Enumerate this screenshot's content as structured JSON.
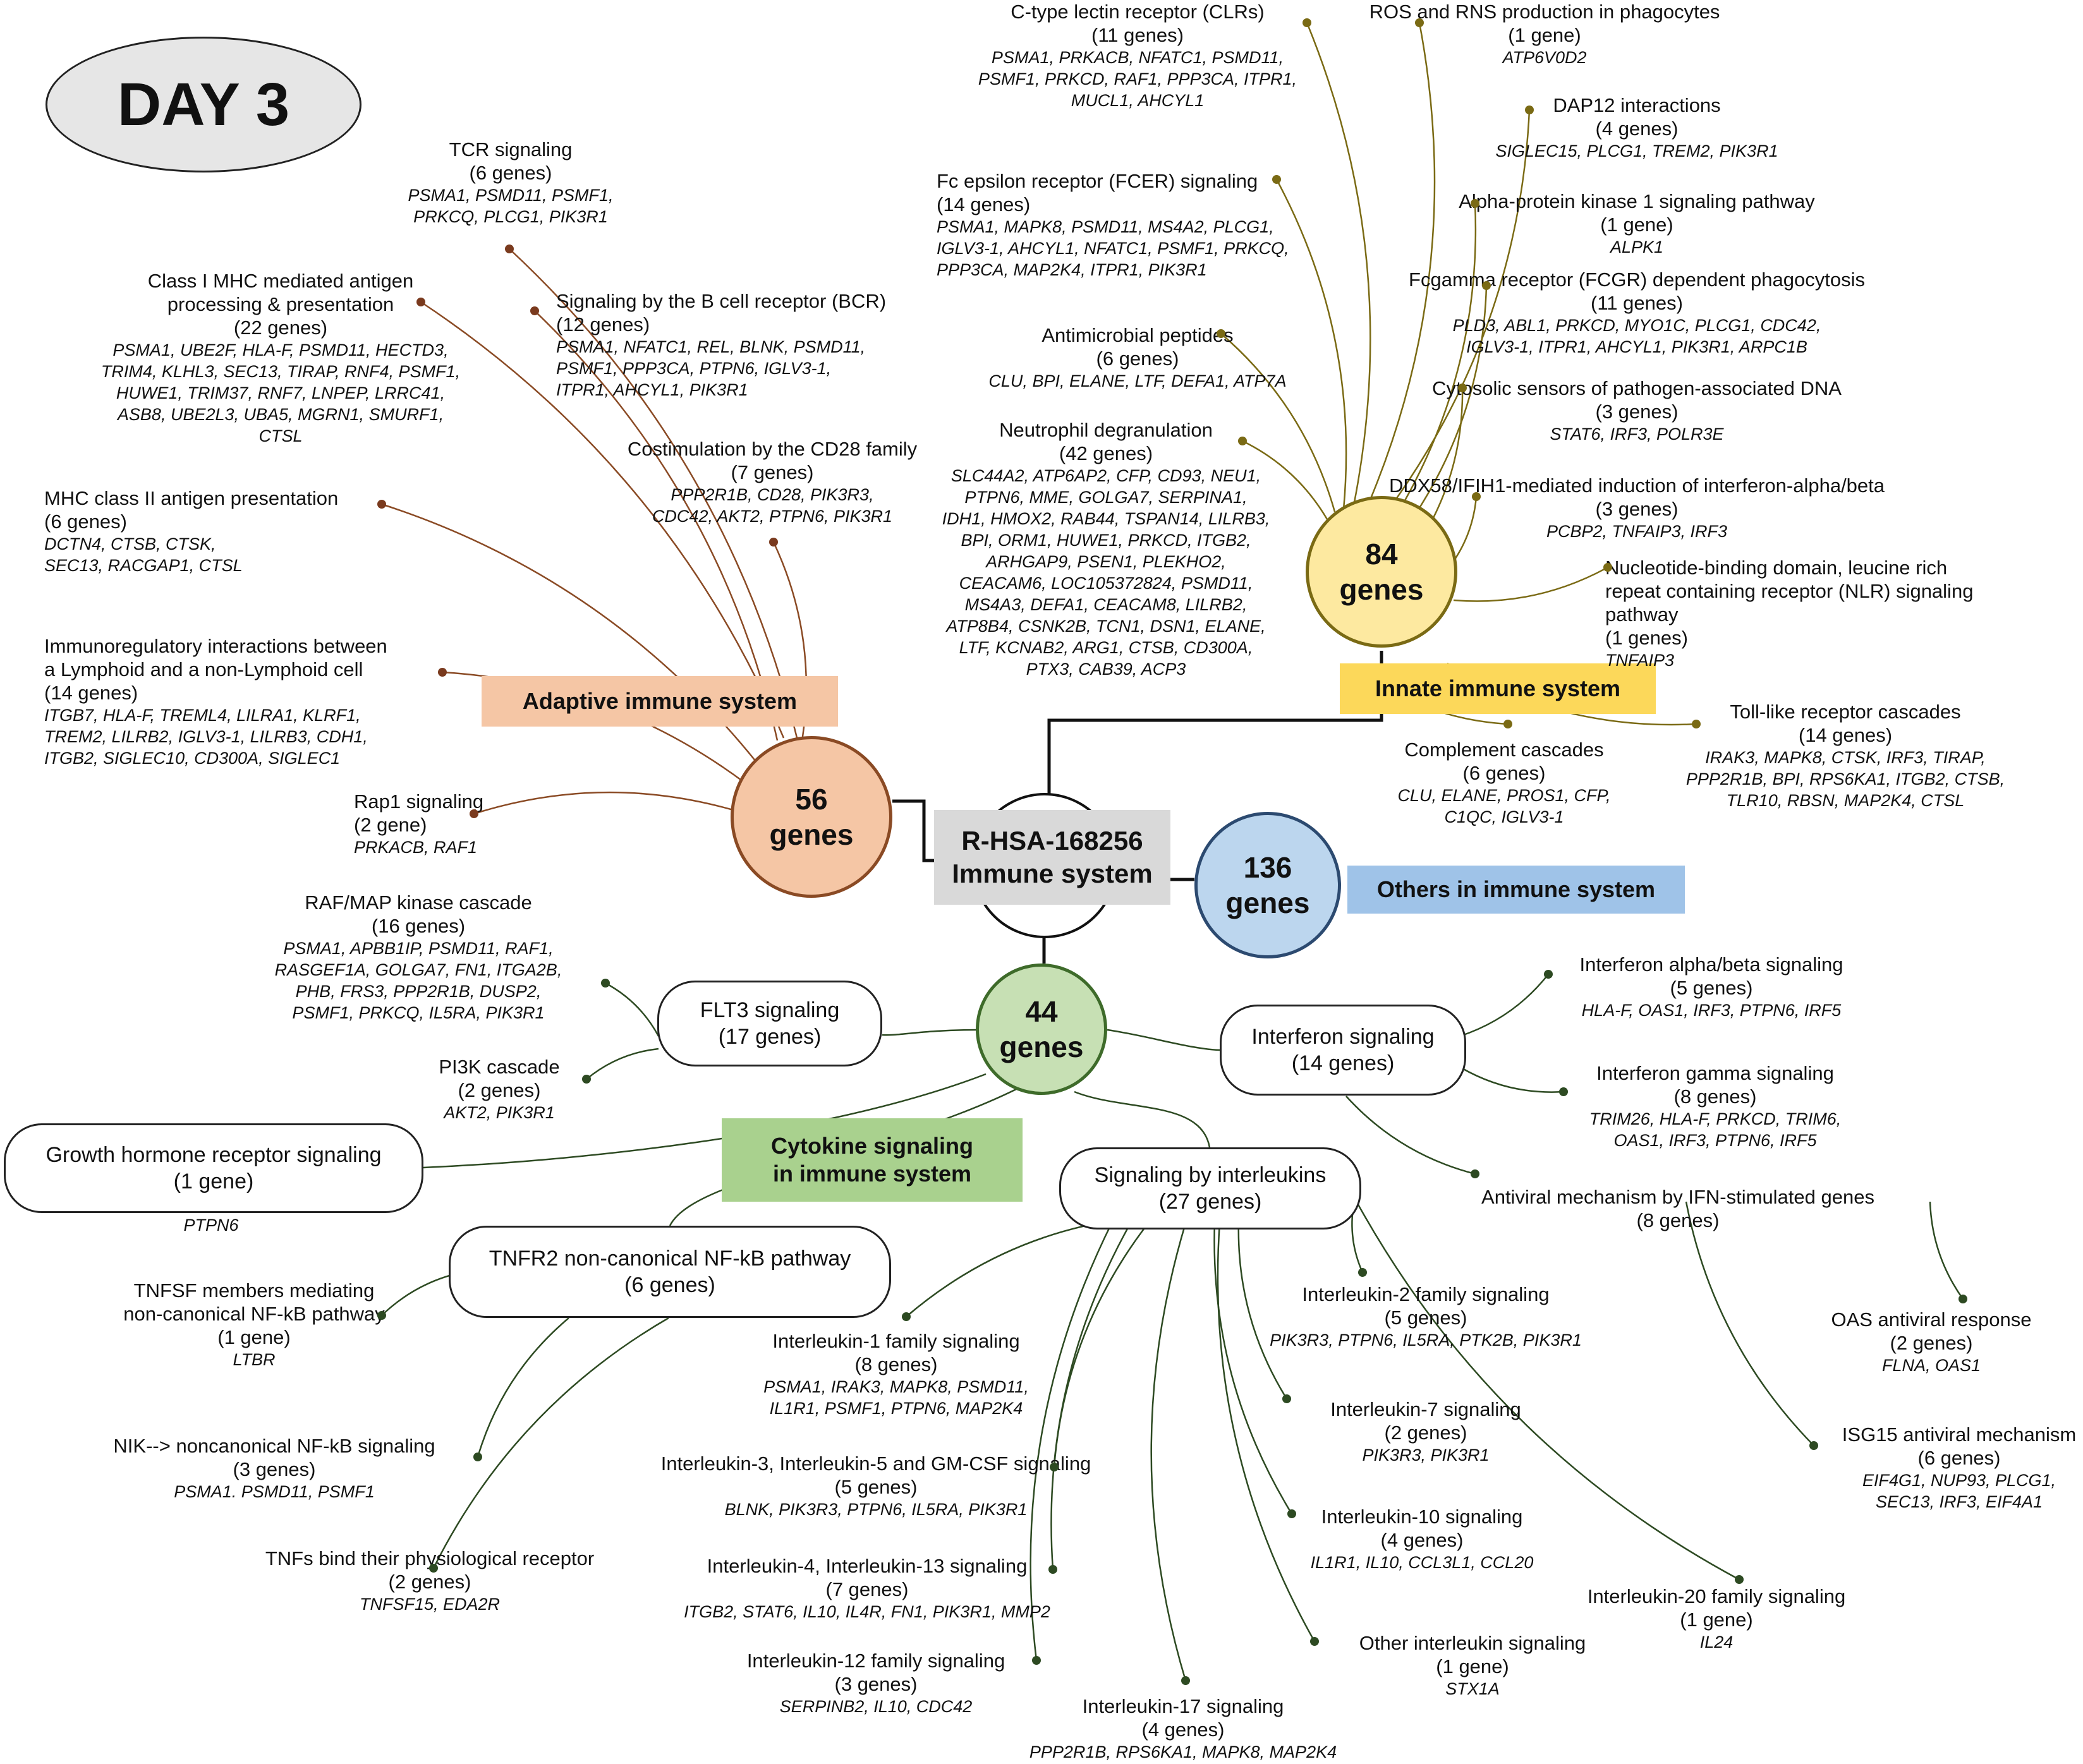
{
  "title": "DAY 3",
  "root": {
    "label_1": "R-HSA-168256",
    "label_2": "Immune system"
  },
  "adaptive": {
    "count": "56",
    "unit": "genes",
    "banner": "Adaptive immune system",
    "color": "#f5c6a5",
    "border": "#8a4a24"
  },
  "innate": {
    "count": "84",
    "unit": "genes",
    "banner": "Innate immune system",
    "color": "#fde9a0",
    "border": "#7a6a14"
  },
  "others": {
    "count": "136",
    "unit": "genes",
    "banner": "Others in immune system",
    "color": "#bcd6ee",
    "border": "#2c4a70"
  },
  "cytokine": {
    "count": "44",
    "unit": "genes",
    "banner_1": "Cytokine signaling",
    "banner_2": "in immune system",
    "color": "#c7e0b4",
    "border": "#3e6b2a"
  },
  "adaptive_pathways": [
    {
      "title_lines": [
        "TCR signaling",
        "(6 genes)"
      ],
      "gene_lines": [
        "PSMA1, PSMD11, PSMF1,",
        "PRKCQ, PLCG1, PIK3R1"
      ]
    },
    {
      "title_lines": [
        "Class I MHC mediated antigen",
        "processing & presentation",
        "(22 genes)"
      ],
      "gene_lines": [
        "PSMA1, UBE2F, HLA-F, PSMD11, HECTD3,",
        "TRIM4, KLHL3, SEC13, TIRAP, RNF4, PSMF1,",
        "HUWE1, TRIM37, RNF7, LNPEP, LRRC41,",
        "ASB8, UBE2L3, UBA5, MGRN1, SMURF1,",
        "CTSL"
      ]
    },
    {
      "title_lines": [
        "Signaling by the B cell receptor (BCR)",
        "(12 genes)"
      ],
      "gene_lines": [
        "PSMA1, NFATC1, REL, BLNK, PSMD11,",
        "PSMF1, PPP3CA, PTPN6, IGLV3-1,",
        "ITPR1, AHCYL1, PIK3R1"
      ]
    },
    {
      "title_lines": [
        "Costimulation by the CD28 family",
        "(7 genes)"
      ],
      "gene_lines": [
        "PPP2R1B, CD28, PIK3R3,",
        "CDC42, AKT2, PTPN6, PIK3R1"
      ]
    },
    {
      "title_lines": [
        "MHC class II antigen presentation",
        "(6 genes)"
      ],
      "gene_lines": [
        "DCTN4, CTSB, CTSK,",
        "SEC13, RACGAP1, CTSL"
      ]
    },
    {
      "title_lines": [
        "Immunoregulatory interactions between",
        "a Lymphoid and a non-Lymphoid cell",
        "(14 genes)"
      ],
      "gene_lines": [
        "ITGB7, HLA-F, TREML4, LILRA1, KLRF1,",
        "TREM2, LILRB2, IGLV3-1, LILRB3, CDH1,",
        "ITGB2, SIGLEC10, CD300A, SIGLEC1"
      ]
    },
    {
      "title_lines": [
        "Rap1 signaling",
        "(2 gene)"
      ],
      "gene_lines": [
        "PRKACB, RAF1"
      ]
    }
  ],
  "innate_pathways": [
    {
      "title_lines": [
        "C-type lectin receptor (CLRs)",
        "(11 genes)"
      ],
      "gene_lines": [
        "PSMA1, PRKACB, NFATC1, PSMD11,",
        "PSMF1, PRKCD, RAF1, PPP3CA, ITPR1,",
        "MUCL1, AHCYL1"
      ]
    },
    {
      "title_lines": [
        "ROS and RNS production in phagocytes",
        "(1 gene)"
      ],
      "gene_lines": [
        "ATP6V0D2"
      ]
    },
    {
      "title_lines": [
        "DAP12 interactions",
        "(4 genes)"
      ],
      "gene_lines": [
        "SIGLEC15, PLCG1, TREM2, PIK3R1"
      ]
    },
    {
      "title_lines": [
        "Fc epsilon receptor (FCER) signaling",
        "(14 genes)"
      ],
      "gene_lines": [
        "PSMA1, MAPK8, PSMD11, MS4A2, PLCG1,",
        "IGLV3-1, AHCYL1, NFATC1, PSMF1, PRKCQ,",
        "PPP3CA, MAP2K4, ITPR1, PIK3R1"
      ]
    },
    {
      "title_lines": [
        "Alpha-protein kinase 1 signaling pathway",
        "(1 gene)"
      ],
      "gene_lines": [
        "ALPK1"
      ]
    },
    {
      "title_lines": [
        "Fcgamma receptor (FCGR) dependent phagocytosis",
        "(11 genes)"
      ],
      "gene_lines": [
        "PLD3, ABL1, PRKCD, MYO1C, PLCG1, CDC42,",
        "IGLV3-1, ITPR1, AHCYL1, PIK3R1, ARPC1B"
      ]
    },
    {
      "title_lines": [
        "Antimicrobial peptides",
        "(6 genes)"
      ],
      "gene_lines": [
        "CLU, BPI, ELANE, LTF, DEFA1, ATP7A"
      ]
    },
    {
      "title_lines": [
        "Cytosolic sensors of pathogen-associated DNA",
        "(3 genes)"
      ],
      "gene_lines": [
        "STAT6, IRF3, POLR3E"
      ]
    },
    {
      "title_lines": [
        "Neutrophil degranulation",
        "(42 genes)"
      ],
      "gene_lines": [
        "SLC44A2, ATP6AP2, CFP, CD93, NEU1,",
        "PTPN6, MME, GOLGA7, SERPINA1,",
        "IDH1, HMOX2, RAB44, TSPAN14, LILRB3,",
        "BPI, ORM1, HUWE1, PRKCD, ITGB2,",
        "ARHGAP9, PSEN1, PLEKHO2,",
        "CEACAM6, LOC105372824, PSMD11,",
        "MS4A3, DEFA1, CEACAM8, LILRB2,",
        "ATP8B4, CSNK2B, TCN1, DSN1, ELANE,",
        "LTF, KCNAB2, ARG1, CTSB, CD300A,",
        "PTX3, CAB39, ACP3"
      ]
    },
    {
      "title_lines": [
        "DDX58/IFIH1-mediated induction of interferon-alpha/beta",
        "(3 genes)"
      ],
      "gene_lines": [
        "PCBP2, TNFAIP3, IRF3"
      ]
    },
    {
      "title_lines": [
        "Nucleotide-binding domain, leucine rich",
        "repeat containing receptor (NLR) signaling",
        "pathway",
        "(1 genes)"
      ],
      "gene_lines": [
        "TNFAIP3"
      ]
    },
    {
      "title_lines": [
        "Toll-like receptor cascades",
        "(14 genes)"
      ],
      "gene_lines": [
        "IRAK3, MAPK8, CTSK, IRF3, TIRAP,",
        "PPP2R1B, BPI, RPS6KA1, ITGB2, CTSB,",
        "TLR10, RBSN, MAP2K4, CTSL"
      ]
    },
    {
      "title_lines": [
        "Complement cascades",
        "(6 genes)"
      ],
      "gene_lines": [
        "CLU, ELANE, PROS1, CFP,",
        "C1QC, IGLV3-1"
      ]
    }
  ],
  "cytokine_hubs": {
    "flt3": {
      "line_1": "FLT3 signaling",
      "line_2": "(17 genes)"
    },
    "interferon": {
      "line_1": "Interferon signaling",
      "line_2": "(14 genes)"
    },
    "growth": {
      "line_1": "Growth hormone receptor signaling",
      "line_2": "(1 gene)",
      "genes": "PTPN6"
    },
    "interleukins": {
      "line_1": "Signaling by interleukins",
      "line_2": "(27 genes)"
    },
    "tnfr2": {
      "line_1": "TNFR2 non-canonical NF-kB pathway",
      "line_2": "(6 genes)"
    }
  },
  "cytokine_pathways": [
    {
      "title_lines": [
        "RAF/MAP kinase cascade",
        "(16 genes)"
      ],
      "gene_lines": [
        "PSMA1, APBB1IP, PSMD11, RAF1,",
        "RASGEF1A, GOLGA7, FN1, ITGA2B,",
        "PHB, FRS3, PPP2R1B, DUSP2,",
        "PSMF1, PRKCQ, IL5RA, PIK3R1"
      ]
    },
    {
      "title_lines": [
        "PI3K cascade",
        "(2 genes)"
      ],
      "gene_lines": [
        "AKT2, PIK3R1"
      ]
    },
    {
      "title_lines": [
        "Interferon alpha/beta signaling",
        "(5 genes)"
      ],
      "gene_lines": [
        "HLA-F, OAS1, IRF3, PTPN6, IRF5"
      ]
    },
    {
      "title_lines": [
        "Interferon gamma signaling",
        "(8 genes)"
      ],
      "gene_lines": [
        "TRIM26, HLA-F, PRKCD, TRIM6,",
        "OAS1, IRF3, PTPN6, IRF5"
      ]
    },
    {
      "title_lines": [
        "Antiviral mechanism by IFN-stimulated genes",
        "(8 genes)"
      ],
      "gene_lines": []
    },
    {
      "title_lines": [
        "OAS antiviral response",
        "(2 genes)"
      ],
      "gene_lines": [
        "FLNA, OAS1"
      ]
    },
    {
      "title_lines": [
        "ISG15 antiviral mechanism",
        "(6 genes)"
      ],
      "gene_lines": [
        "EIF4G1, NUP93, PLCG1,",
        "SEC13, IRF3, EIF4A1"
      ]
    },
    {
      "title_lines": [
        "TNFSF members mediating",
        "non-canonical NF-kB pathway",
        "(1 gene)"
      ],
      "gene_lines": [
        "LTBR"
      ]
    },
    {
      "title_lines": [
        "NIK--> noncanonical NF-kB signaling",
        "(3 genes)"
      ],
      "gene_lines": [
        "PSMA1. PSMD11, PSMF1"
      ]
    },
    {
      "title_lines": [
        "TNFs bind their physiological receptor",
        "(2 genes)"
      ],
      "gene_lines": [
        "TNFSF15, EDA2R"
      ]
    },
    {
      "title_lines": [
        "Interleukin-1 family signaling",
        "(8 genes)"
      ],
      "gene_lines": [
        "PSMA1, IRAK3, MAPK8, PSMD11,",
        "IL1R1, PSMF1, PTPN6, MAP2K4"
      ]
    },
    {
      "title_lines": [
        "Interleukin-2 family signaling",
        "(5 genes)"
      ],
      "gene_lines": [
        "PIK3R3, PTPN6, IL5RA, PTK2B, PIK3R1"
      ]
    },
    {
      "title_lines": [
        "Interleukin-7 signaling",
        "(2 genes)"
      ],
      "gene_lines": [
        "PIK3R3, PIK3R1"
      ]
    },
    {
      "title_lines": [
        "Interleukin-3, Interleukin-5 and GM-CSF signaling",
        "(5 genes)"
      ],
      "gene_lines": [
        "BLNK, PIK3R3, PTPN6, IL5RA, PIK3R1"
      ]
    },
    {
      "title_lines": [
        "Interleukin-10 signaling",
        "(4 genes)"
      ],
      "gene_lines": [
        "IL1R1, IL10, CCL3L1, CCL20"
      ]
    },
    {
      "title_lines": [
        "Interleukin-4, Interleukin-13 signaling",
        "(7 genes)"
      ],
      "gene_lines": [
        "ITGB2, STAT6, IL10, IL4R, FN1, PIK3R1, MMP2"
      ]
    },
    {
      "title_lines": [
        "Interleukin-20 family signaling",
        "(1 gene)"
      ],
      "gene_lines": [
        "IL24"
      ]
    },
    {
      "title_lines": [
        "Other interleukin signaling",
        "(1 gene)"
      ],
      "gene_lines": [
        "STX1A"
      ]
    },
    {
      "title_lines": [
        "Interleukin-12 family signaling",
        "(3 genes)"
      ],
      "gene_lines": [
        "SERPINB2, IL10, CDC42"
      ]
    },
    {
      "title_lines": [
        "Interleukin-17 signaling",
        "(4 genes)"
      ],
      "gene_lines": [
        "PPP2R1B, RPS6KA1, MAPK8, MAP2K4"
      ]
    }
  ]
}
